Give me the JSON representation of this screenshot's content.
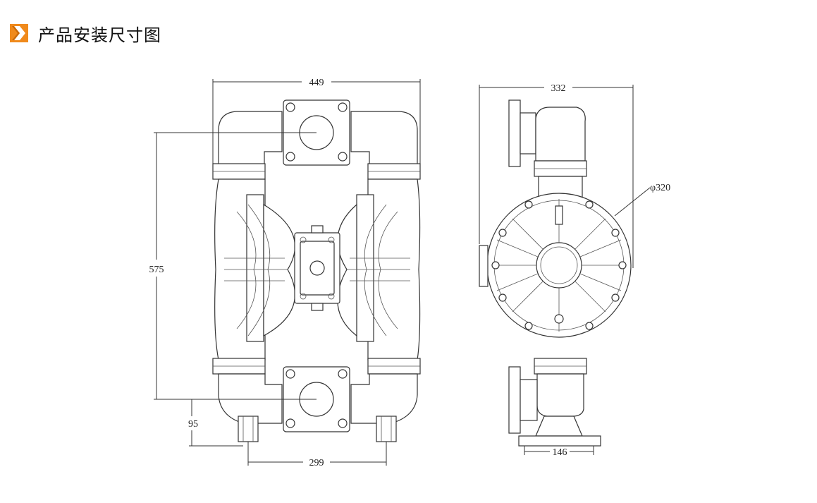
{
  "header": {
    "title": "产品安装尺寸图",
    "accent_color": "#f08a1c",
    "icon": "chevron-right-icon"
  },
  "front_view": {
    "dim_width": "449",
    "dim_height": "575",
    "dim_inlet_height": "95",
    "dim_foot_spacing": "299"
  },
  "side_view": {
    "dim_width": "332",
    "dim_diameter": "φ320",
    "dim_base": "146"
  }
}
